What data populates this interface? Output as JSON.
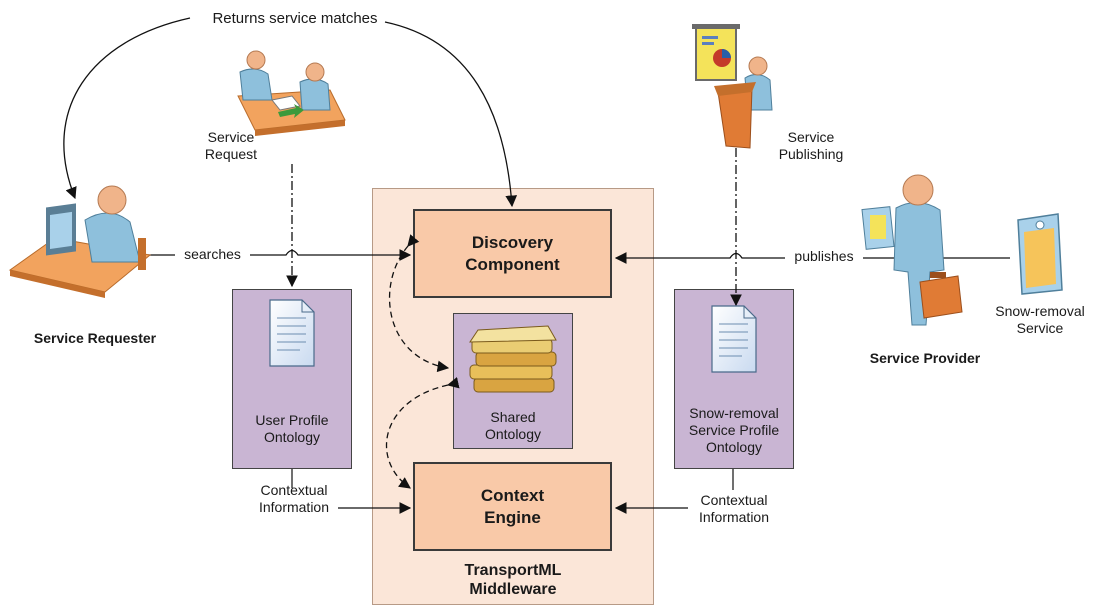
{
  "labels": {
    "returns_matches": "Returns service matches",
    "service_request_1": "Service",
    "service_request_2": "Request",
    "service_publishing_1": "Service",
    "service_publishing_2": "Publishing",
    "searches": "searches",
    "publishes": "publishes",
    "service_requester": "Service Requester",
    "service_provider": "Service Provider",
    "snow_service_1": "Snow-removal",
    "snow_service_2": "Service",
    "contextual_left_1": "Contextual",
    "contextual_left_2": "Information",
    "contextual_right_1": "Contextual",
    "contextual_right_2": "Information"
  },
  "components": {
    "discovery_1": "Discovery",
    "discovery_2": "Component",
    "context_1": "Context",
    "context_2": "Engine",
    "shared_1": "Shared",
    "shared_2": "Ontology",
    "user_profile_1": "User Profile",
    "user_profile_2": "Ontology",
    "snow_profile_1": "Snow-removal",
    "snow_profile_2": "Service Profile",
    "snow_profile_3": "Ontology",
    "middleware_1": "TransportML",
    "middleware_2": "Middleware"
  },
  "colors": {
    "component_fill": "#f9c9a8",
    "ontology_fill": "#c9b5d3",
    "middleware_fill": "#fbe6d8",
    "person_blue": "#8ec0dc",
    "skin": "#f0b48a"
  },
  "icons": [
    "requester-at-computer-icon",
    "meeting-desk-icon",
    "presenter-podium-icon",
    "provider-person-icon",
    "snow-service-box-icon",
    "document-icon",
    "books-stack-icon"
  ]
}
